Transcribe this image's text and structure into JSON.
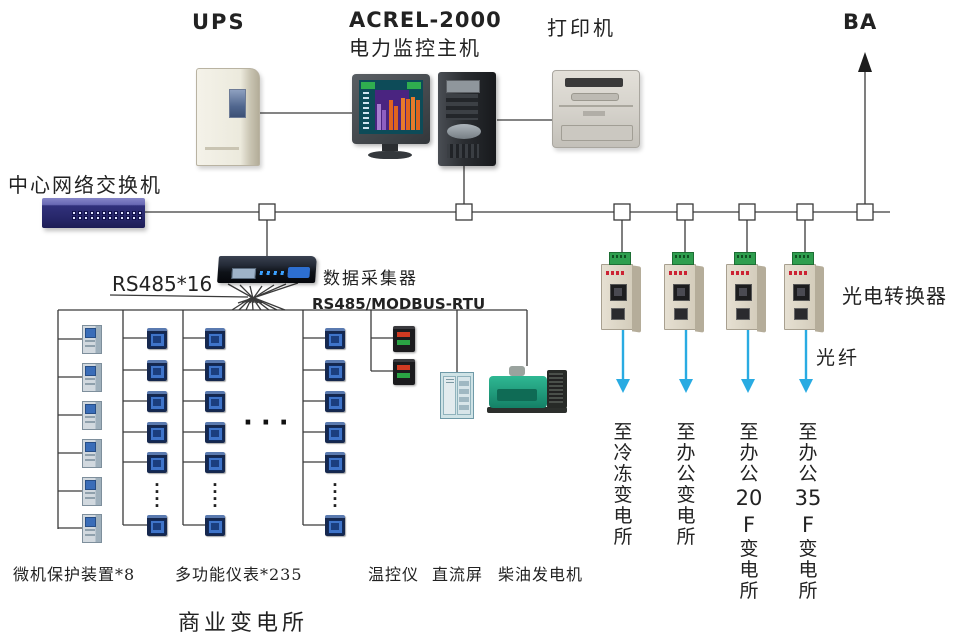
{
  "labels": {
    "ups": "UPS",
    "acrel_line1": "ACREL-2000",
    "acrel_line2": "电力监控主机",
    "printer": "打印机",
    "ba": "BA",
    "central_switch": "中心网络交换机",
    "data_collector": "数据采集器",
    "rs485_16": "RS485*16",
    "rs485_modbus": "RS485/MODBUS-RTU",
    "optical_converter": "光电转换器",
    "fiber": "光纤",
    "protection_devices": "微机保护装置*8",
    "multifunction_meters": "多功能仪表*235",
    "temp_controller": "温控仪",
    "dc_panel": "直流屏",
    "diesel_generator": "柴油发电机",
    "commercial_substation": "商业变电所"
  },
  "destinations": [
    {
      "segments": [
        "至",
        "冷",
        "冻",
        "变",
        "电",
        "所"
      ]
    },
    {
      "segments": [
        "至",
        "办",
        "公",
        "变",
        "电",
        "所"
      ]
    },
    {
      "segments": [
        "至",
        "办",
        "公",
        "20",
        "F",
        "变",
        "电",
        "所"
      ]
    },
    {
      "segments": [
        "至",
        "办",
        "公",
        "35",
        "F",
        "变",
        "电",
        "所"
      ]
    }
  ],
  "dots": {
    "horizontal": "···",
    "vertical": "·\n·\n·\n·"
  },
  "equipment_shown": {
    "protection_devices_drawn": 6,
    "meter_columns_drawn": 3,
    "meters_drawn_per_column": 6,
    "temp_controllers_drawn": 2,
    "optical_converters_drawn": 4
  },
  "colors": {
    "fiber": "#29ABE2",
    "wire": "#3a3a3a",
    "switch_body": "#31317b"
  }
}
